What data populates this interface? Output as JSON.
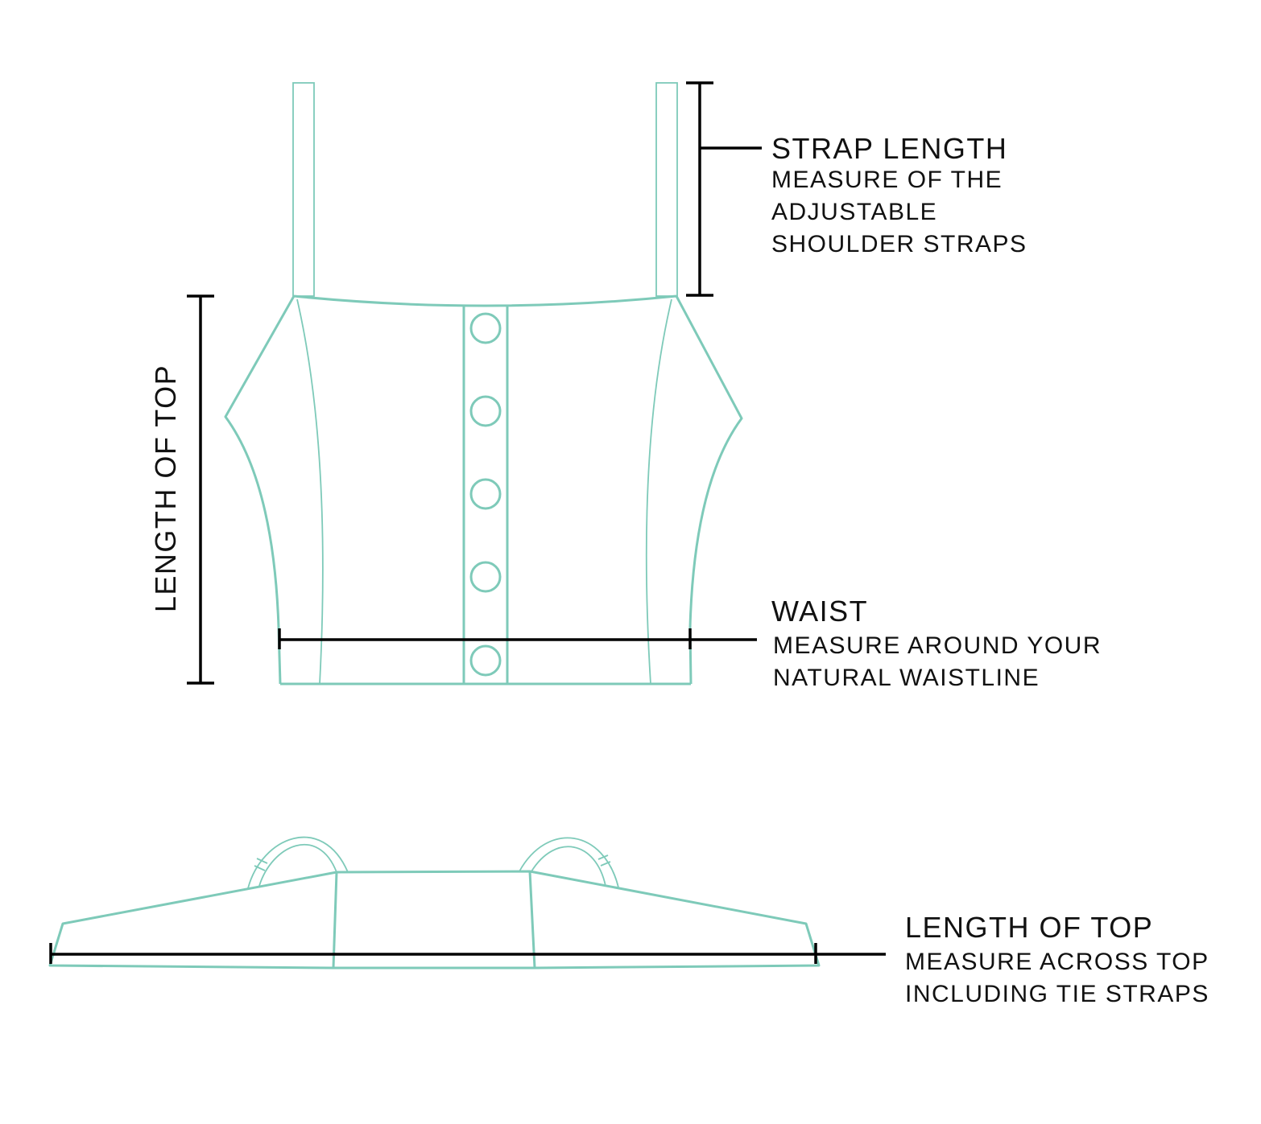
{
  "colors": {
    "garment": "#7ecab9",
    "measure": "#000000"
  },
  "labels": {
    "strap": {
      "title": "STRAP LENGTH",
      "lines": [
        "MEASURE OF THE",
        "ADJUSTABLE",
        "SHOULDER STRAPS"
      ]
    },
    "waist": {
      "title": "WAIST",
      "lines": [
        "MEASURE AROUND YOUR",
        "NATURAL WAISTLINE"
      ]
    },
    "length_vertical": {
      "title": "LENGTH OF TOP"
    },
    "length_flat": {
      "title": "LENGTH OF TOP",
      "lines": [
        "MEASURE ACROSS TOP",
        "INCLUDING TIE STRAPS"
      ]
    }
  }
}
